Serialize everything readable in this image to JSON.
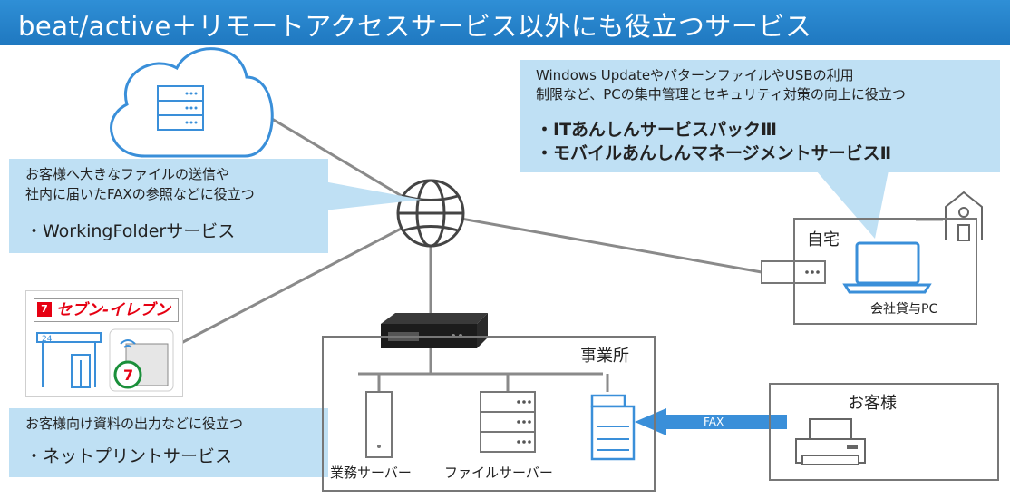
{
  "title": "beat/active＋リモートアクセスサービス以外にも役立つサービス",
  "callout_top_right": {
    "desc_line1": "Windows UpdateやパターンファイルやUSBの利用",
    "desc_line2": "制限など、PCの集中管理とセキュリティ対策の向上に役立つ",
    "items": [
      "・ITあんしんサービスパックⅢ",
      "・モバイルあんしんマネージメントサービスⅡ"
    ]
  },
  "callout_left_cloud": {
    "desc_line1": "お客様へ大きなファイルの送信や",
    "desc_line2": "社内に届いたFAXの参照などに役立つ",
    "items": [
      "・WorkingFolderサービス"
    ]
  },
  "callout_left_print": {
    "desc_line1": "お客様向け資料の出力などに役立つ",
    "items": [
      "・ネットプリントサービス"
    ]
  },
  "home": {
    "label": "自宅",
    "laptop_label": "会社貸与PC"
  },
  "office": {
    "label": "事業所",
    "server1": "業務サーバー",
    "server2": "ファイルサーバー"
  },
  "customer": {
    "label": "お客様",
    "fax_arrow": "FAX"
  },
  "seven_eleven": {
    "logo_text": "セブン-イレブン",
    "store_number": "24"
  },
  "colors": {
    "title_bg": "#2580c8",
    "callout_bg": "#bfe0f4",
    "line": "#8a8a8a",
    "icon_blue": "#3a8fd9"
  }
}
